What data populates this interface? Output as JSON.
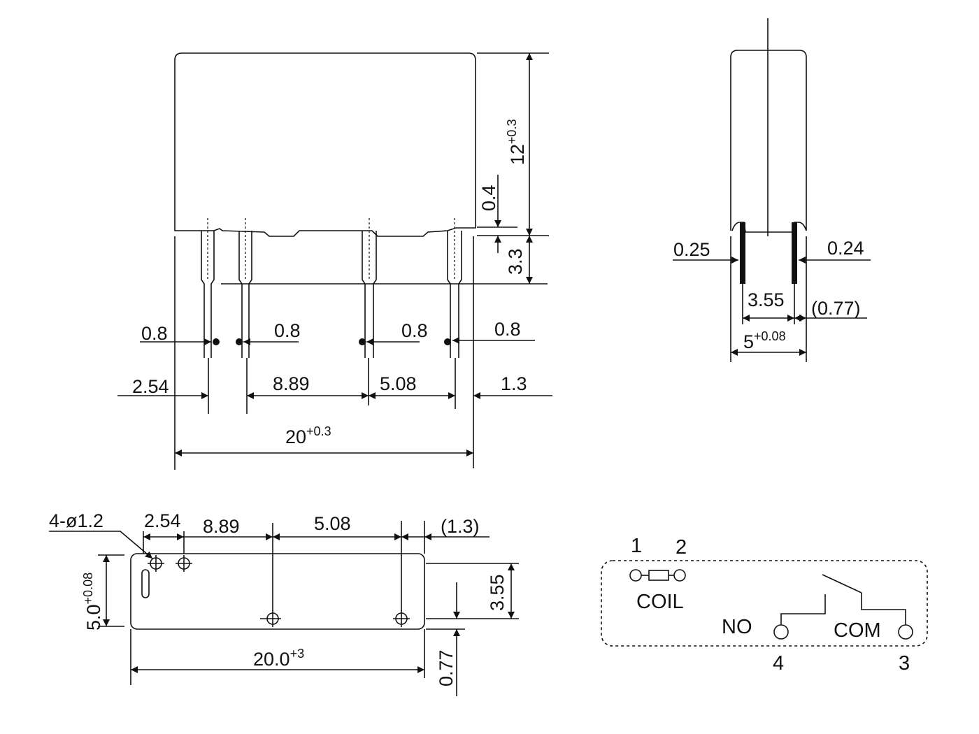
{
  "front_view": {
    "pin_width": "0.8",
    "pitch_first": "2.54",
    "pitch_second": "8.89",
    "pitch_third": "5.08",
    "edge_right": "1.3",
    "length_nominal": "20",
    "length_tolerance": "+0.3",
    "height_nominal": "12",
    "height_tolerance": "+0.3",
    "standoff": "0.4",
    "pin_length": "3.3"
  },
  "side_view": {
    "pin_thickness_left": "0.25",
    "pin_thickness_right": "0.24",
    "pin_spacing": "3.55",
    "edge_offset": "(0.77)",
    "width_nominal": "5",
    "width_tolerance": "+0.08"
  },
  "pcb_layout": {
    "holes": "4-ø1.2",
    "pitch_first": "2.54",
    "pitch_second": "8.89",
    "pitch_third": "5.08",
    "edge_right": "(1.3)",
    "width_nominal": "5.0",
    "width_tolerance": "+0.08",
    "row_spacing": "3.55",
    "edge_bottom": "0.77",
    "length_nominal": "20.0",
    "length_tolerance": "+3"
  },
  "schematic": {
    "pin_1": "1",
    "pin_2": "2",
    "pin_3": "3",
    "pin_4": "4",
    "coil_label": "COIL",
    "no_label": "NO",
    "com_label": "COM"
  }
}
